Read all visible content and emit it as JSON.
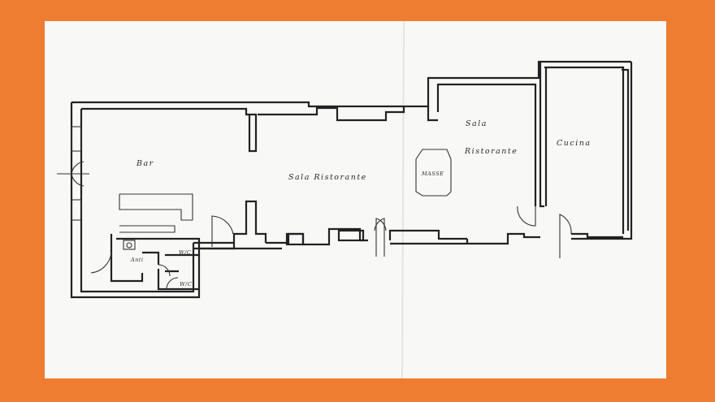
{
  "plan": {
    "rooms": {
      "bar": "Bar",
      "sala_ristorante_main": "Sala Ristorante",
      "sala": "Sala",
      "ristorante": "Ristorante",
      "cucina": "Cucina",
      "anti": "Anti",
      "wc_upper": "W/C",
      "wc_lower": "W/C",
      "masse": "MASSE"
    }
  },
  "colors": {
    "frame": "#EE7D31",
    "paper": "#f8f8f7",
    "ink": "#222222"
  }
}
